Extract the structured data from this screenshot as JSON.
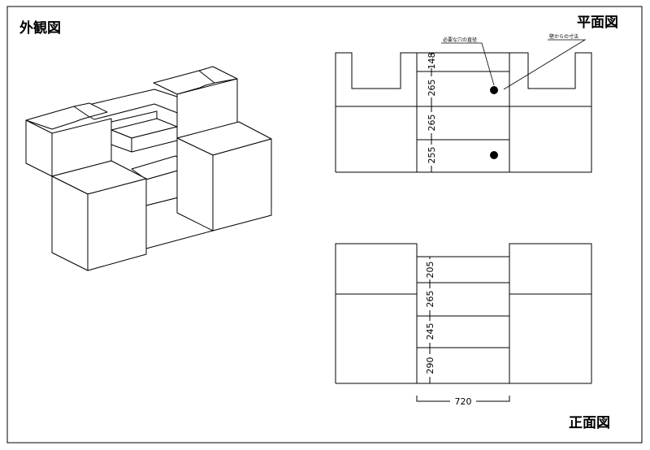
{
  "titles": {
    "iso": "外観図",
    "plan": "平面図",
    "front": "正面図"
  },
  "plan": {
    "note_hole": "必要な穴の直径",
    "note_dims": "壁からの寸法",
    "dims": [
      "148",
      "265",
      "265",
      "255"
    ]
  },
  "front": {
    "dims": [
      "205",
      "265",
      "245",
      "290"
    ],
    "width": "720"
  }
}
